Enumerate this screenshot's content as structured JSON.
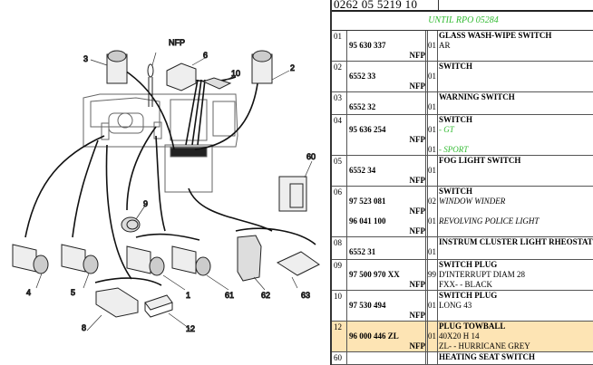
{
  "diagram": {
    "callouts": [
      "NFP",
      "3",
      "6",
      "10",
      "2",
      "60",
      "9",
      "4",
      "5",
      "1",
      "61",
      "62",
      "63",
      "8",
      "12"
    ]
  },
  "table": {
    "reference": "0262 05 5219 10",
    "condition": "UNTIL RPO 05284",
    "highlight_color": "#fde4b4",
    "condition_color": "#33bb33",
    "rows": [
      {
        "item": "01",
        "lines": [
          {
            "desc": "GLASS WASH-WIPE SWITCH",
            "style": "title"
          },
          {
            "part": "95 630 337",
            "qty": "01",
            "desc": "AR"
          },
          {
            "nfp": "NFP"
          }
        ]
      },
      {
        "item": "02",
        "lines": [
          {
            "desc": "SWITCH",
            "style": "title"
          },
          {
            "part": "6552 33",
            "qty": "01"
          },
          {
            "nfp": "NFP"
          }
        ]
      },
      {
        "item": "03",
        "lines": [
          {
            "desc": "WARNING SWITCH",
            "style": "title"
          },
          {
            "part": "6552 32",
            "qty": "01"
          }
        ]
      },
      {
        "item": "04",
        "lines": [
          {
            "desc": "SWITCH",
            "style": "title"
          },
          {
            "part": "95 636 254",
            "qty": "01",
            "desc": "- GT",
            "style": "green"
          },
          {
            "nfp": "NFP"
          },
          {
            "qty": "01",
            "desc": "- SPORT",
            "style": "green"
          }
        ]
      },
      {
        "item": "05",
        "lines": [
          {
            "desc": "FOG LIGHT SWITCH",
            "style": "title"
          },
          {
            "part": "6552 34",
            "qty": "01"
          },
          {
            "nfp": "NFP"
          }
        ]
      },
      {
        "item": "06",
        "lines": [
          {
            "desc": "SWITCH",
            "style": "title"
          },
          {
            "part": "97 523 081",
            "qty": "02",
            "desc": "WINDOW WINDER",
            "style": "italic"
          },
          {
            "nfp": "NFP"
          },
          {
            "part": "96 041 100",
            "qty": "01",
            "desc": "REVOLVING POLICE LIGHT",
            "style": "italic"
          },
          {
            "nfp": "NFP"
          }
        ]
      },
      {
        "item": "08",
        "lines": [
          {
            "desc": "INSTRUM CLUSTER LIGHT RHEOSTAT",
            "style": "title"
          },
          {
            "part": "6552 31",
            "qty": "01"
          }
        ]
      },
      {
        "item": "09",
        "lines": [
          {
            "desc": "SWITCH PLUG",
            "style": "title"
          },
          {
            "part": "97 500 970 XX",
            "qty": "99",
            "desc": "D'INTERRUPT DIAM 28"
          },
          {
            "nfp": "NFP",
            "desc": "FXX- - BLACK"
          }
        ]
      },
      {
        "item": "10",
        "lines": [
          {
            "desc": "SWITCH PLUG",
            "style": "title"
          },
          {
            "part": "97 530 494",
            "qty": "01",
            "desc": "LONG 43"
          },
          {
            "nfp": "NFP"
          }
        ]
      },
      {
        "item": "12",
        "highlighted": true,
        "lines": [
          {
            "desc": "PLUG TOWBALL",
            "style": "title"
          },
          {
            "part": "96 000 446 ZL",
            "qty": "01",
            "desc": "40X20 H 14"
          },
          {
            "nfp": "NFP",
            "desc": "ZL- - HURRICANE GREY"
          }
        ]
      },
      {
        "item": "60",
        "lines": [
          {
            "desc": "HEATING SEAT SWITCH",
            "style": "title"
          }
        ]
      }
    ]
  }
}
